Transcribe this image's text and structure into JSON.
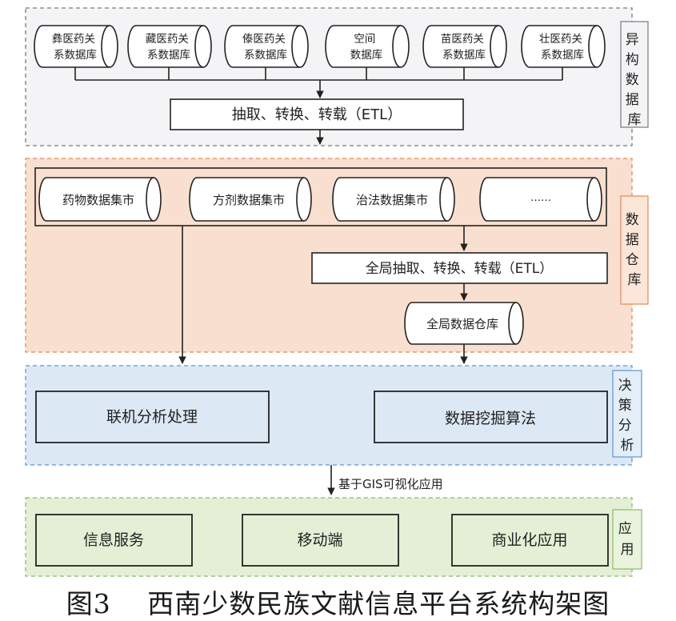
{
  "layers": [
    {
      "id": "heterogeneous",
      "label": "异构数据库",
      "colors": {
        "fill": "#f4f4f6",
        "border": "#7a7a7a"
      }
    },
    {
      "id": "warehouse",
      "label": "数据仓库",
      "colors": {
        "fill": "#f9dfcf",
        "border": "#e08a55"
      }
    },
    {
      "id": "decision",
      "label": "决策分析",
      "colors": {
        "fill": "#dde8f5",
        "border": "#5e95d3"
      }
    },
    {
      "id": "application",
      "label": "应用",
      "colors": {
        "fill": "#e4efd6",
        "border": "#8cbb64"
      }
    }
  ],
  "databases": [
    {
      "line1": "彝医药关",
      "line2": "系数据库"
    },
    {
      "line1": "藏医药关",
      "line2": "系数据库"
    },
    {
      "line1": "傣医药关",
      "line2": "系数据库"
    },
    {
      "line1": "空间",
      "line2": "数据库"
    },
    {
      "line1": "苗医药关",
      "line2": "系数据库"
    },
    {
      "line1": "壮医药关",
      "line2": "系数据库"
    }
  ],
  "etl": "抽取、转换、转载（ETL）",
  "marts": [
    "药物数据集市",
    "方剂数据集市",
    "治法数据集市",
    "……"
  ],
  "global_etl": "全局抽取、转换、转载（ETL）",
  "global_warehouse": "全局数据仓库",
  "decision_boxes": [
    "联机分析处理",
    "数据挖掘算法"
  ],
  "gis_label": "基于GIS可视化应用",
  "app_boxes": [
    "信息服务",
    "移动端",
    "商业化应用"
  ],
  "caption": "图3　 西南少数民族文献信息平台系统构架图"
}
